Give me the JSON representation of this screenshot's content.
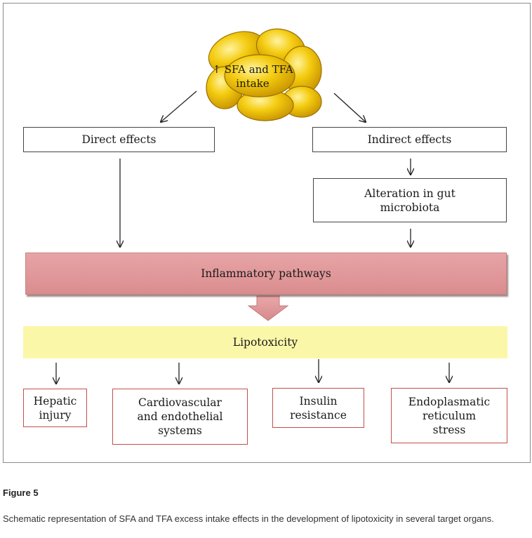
{
  "figure": {
    "title": "Figure 5",
    "caption": "Schematic representation of SFA and TFA excess intake effects in the development of lipotoxicity in several target organs."
  },
  "diagram": {
    "source": "↑ SFA and TFA\nintake",
    "direct": "Direct effects",
    "indirect": "Indirect effects",
    "microbiota": "Alteration in gut\nmicrobiota",
    "inflammatory": "Inflammatory pathways",
    "lipotoxicity": "Lipotoxicity",
    "targets": [
      "Hepatic\ninjury",
      "Cardiovascular\nand endothelial\nsystems",
      "Insulin\nresistance",
      "Endoplasmatic\nreticulum\nstress"
    ]
  },
  "colors": {
    "inflammatory_fill": "#df9496",
    "lipotoxicity_fill": "#fbf7a8",
    "target_border": "#c0504d",
    "fat_cell_fill": "#f0c400"
  }
}
